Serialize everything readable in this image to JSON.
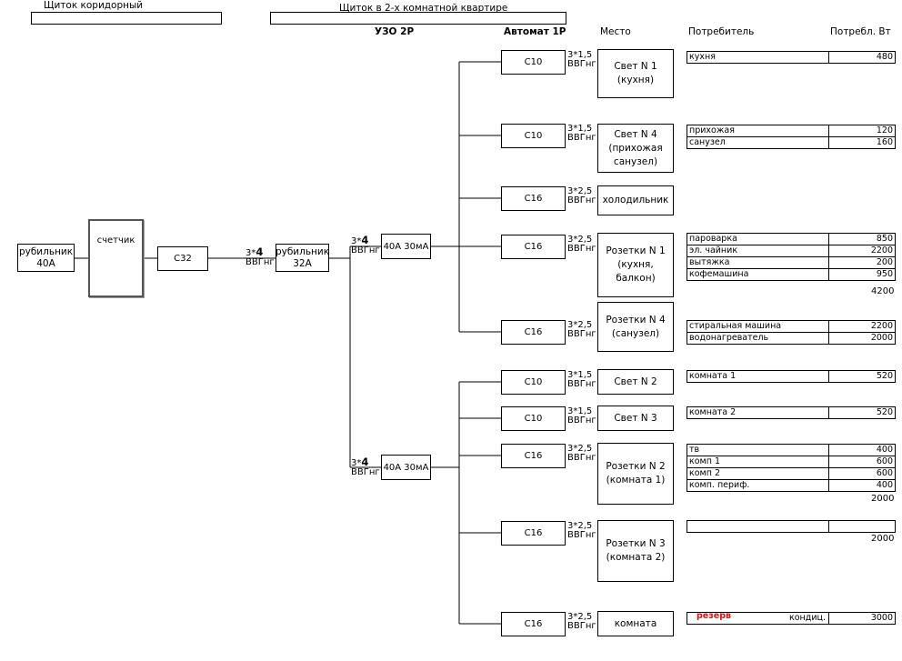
{
  "headers": {
    "corridor_panel": "Щиток коридорный",
    "apartment_panel": "Щиток  в 2-х комнатной квартире",
    "rcd": "УЗО  2Р",
    "breaker": "Автомат 1Р",
    "place": "Место",
    "consumer": "Потребитель",
    "power": "Потребл. Вт"
  },
  "main": {
    "switch1": [
      "рубильник",
      "40А"
    ],
    "meter": "счетчик",
    "main_breaker": "С32",
    "switch2": [
      "рубильник",
      "32А"
    ],
    "feed_cable": {
      "cores": "3*",
      "section": "4",
      "type": "ВВГнг"
    }
  },
  "rcds": [
    {
      "label": "40А 30мА",
      "cable": {
        "cores": "3*",
        "section": "4",
        "type": "ВВГнг"
      }
    },
    {
      "label": "40А 30мА",
      "cable": {
        "cores": "3*",
        "section": "4",
        "type": "ВВГнг"
      }
    }
  ],
  "circuits": [
    {
      "breaker": "С10",
      "cable": "3*1,5",
      "cable_type": "ВВГнг",
      "place": [
        "Свет  N 1",
        "(кухня)"
      ],
      "consumers": [
        {
          "name": "кухня",
          "watts": "480"
        }
      ],
      "total": ""
    },
    {
      "breaker": "С10",
      "cable": "3*1,5",
      "cable_type": "ВВГнг",
      "place": [
        "Свет  N 4",
        "(прихожая",
        "санузел)"
      ],
      "consumers": [
        {
          "name": "прихожая",
          "watts": "120"
        },
        {
          "name": "санузел",
          "watts": "160"
        }
      ],
      "total": ""
    },
    {
      "breaker": "С16",
      "cable": "3*2,5",
      "cable_type": "ВВГнг",
      "place": [
        "холодильник"
      ],
      "consumers": [],
      "total": ""
    },
    {
      "breaker": "С16",
      "cable": "3*2,5",
      "cable_type": "ВВГнг",
      "place": [
        "Розетки N 1",
        "(кухня, балкон)"
      ],
      "consumers": [
        {
          "name": "пароварка",
          "watts": "850"
        },
        {
          "name": "эл. чайник",
          "watts": "2200"
        },
        {
          "name": "вытяжка",
          "watts": "200"
        },
        {
          "name": "кофемашина",
          "watts": "950"
        }
      ],
      "total": "4200"
    },
    {
      "breaker": "С16",
      "cable": "3*2,5",
      "cable_type": "ВВГнг",
      "place": [
        "Розетки N 4",
        "(санузел)"
      ],
      "consumers": [
        {
          "name": "стиральная машина",
          "watts": "2200"
        },
        {
          "name": " водонагреватель",
          "watts": "2000"
        }
      ],
      "total": ""
    },
    {
      "breaker": "С10",
      "cable": "3*1,5",
      "cable_type": "ВВГнг",
      "place": [
        "Свет  N 2"
      ],
      "consumers": [
        {
          "name": "комната  1",
          "watts": "520"
        }
      ],
      "total": ""
    },
    {
      "breaker": "С10",
      "cable": "3*1,5",
      "cable_type": "ВВГнг",
      "place": [
        "Свет  N 3"
      ],
      "consumers": [
        {
          "name": "комната  2",
          "watts": "520"
        }
      ],
      "total": ""
    },
    {
      "breaker": "С16",
      "cable": "3*2,5",
      "cable_type": "ВВГнг",
      "place": [
        "Розетки N 2",
        "(комната 1)"
      ],
      "consumers": [
        {
          "name": "     тв",
          "watts": "400"
        },
        {
          "name": "комп 1",
          "watts": "600"
        },
        {
          "name": "комп 2",
          "watts": "600"
        },
        {
          "name": "комп. периф.",
          "watts": "400"
        }
      ],
      "total": "2000"
    },
    {
      "breaker": "С16",
      "cable": "3*2,5",
      "cable_type": "ВВГнг",
      "place": [
        "Розетки N 3",
        "(комната 2)"
      ],
      "consumers": [
        {
          "name": "",
          "watts": ""
        }
      ],
      "total": "2000"
    },
    {
      "breaker": "С16",
      "cable": "3*2,5",
      "cable_type": "ВВГнг",
      "place": [
        "комната"
      ],
      "consumers": [
        {
          "name": "кондиц.",
          "watts": "3000",
          "note": "резерв"
        }
      ],
      "total": ""
    }
  ]
}
